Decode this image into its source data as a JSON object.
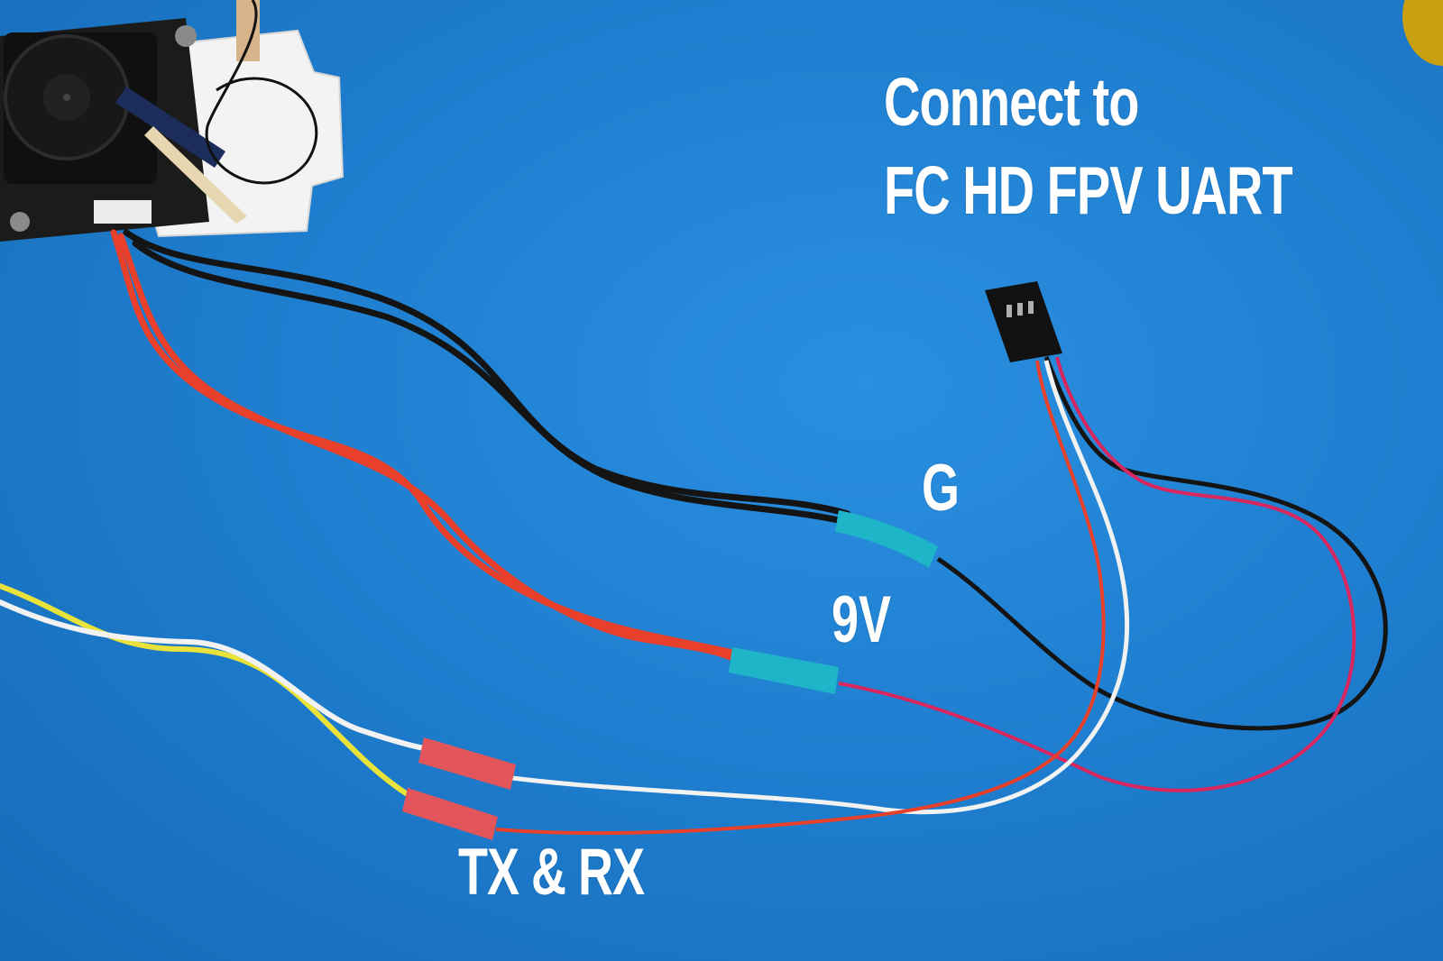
{
  "labels": {
    "title_line1": "Connect to",
    "title_line2": "FC HD FPV UART",
    "ground": "G",
    "power": "9V",
    "data": "TX & RX"
  },
  "colors": {
    "mat_background": "#1f7fd0",
    "label_text": "#ffffff",
    "wire_red": "#e8402a",
    "wire_black": "#141414",
    "wire_white": "#f2f2f2",
    "wire_yellow": "#e9e23a",
    "wire_pink": "#d8265e",
    "heat_shrink_cyan": "#1fb5c9",
    "heat_shrink_red": "#e2555a"
  },
  "objects": [
    "camera-module",
    "cooling-fan",
    "mounting-bracket",
    "connector-plug",
    "heat-shrink-sleeves"
  ]
}
